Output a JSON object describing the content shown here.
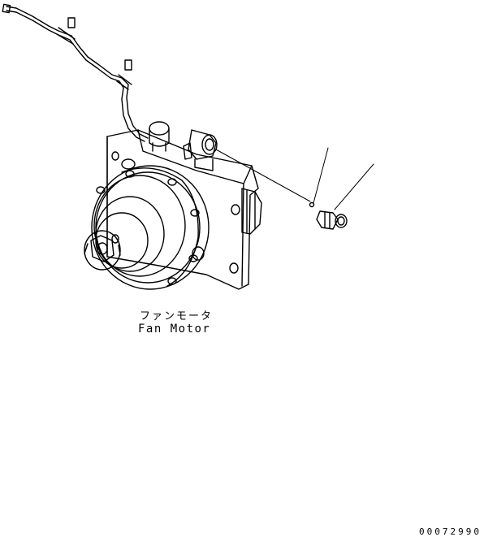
{
  "callout": {
    "label_jp": "ファンモータ",
    "label_en": "Fan Motor"
  },
  "drawing_number": "00072990"
}
